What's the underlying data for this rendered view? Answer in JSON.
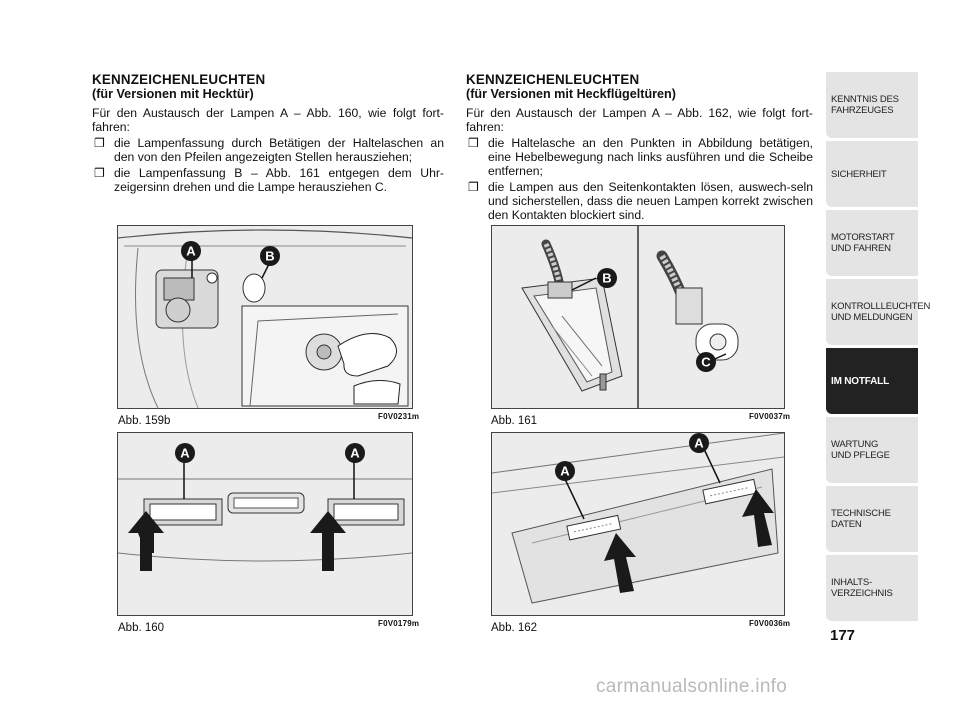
{
  "left": {
    "title": "KENNZEICHENLEUCHTEN",
    "subtitle": "(für Versionen mit Hecktür)",
    "intro": "Für den Austausch der Lampen A – Abb. 160, wie folgt fort-fahren:",
    "items": [
      "die Lampenfassung durch Betätigen der Haltelaschen an den von den Pfeilen angezeigten Stellen herausziehen;",
      "die Lampenfassung B – Abb. 161 entgegen dem Uhr-zeigersinn drehen und die Lampe herausziehen C."
    ]
  },
  "right": {
    "title": "KENNZEICHENLEUCHTEN",
    "subtitle": "(für Versionen mit Heckflügeltüren)",
    "intro": "Für den Austausch der Lampen A – Abb. 162, wie folgt fort-fahren:",
    "items": [
      "die Haltelasche an den Punkten in Abbildung betätigen, eine Hebelbewegung nach links ausführen und die Scheibe entfernen;",
      "die Lampen aus den Seitenkontakten lösen, auswech-seln und sicherstellen, dass die neuen Lampen korrekt zwischen den Kontakten blockiert sind."
    ]
  },
  "bullet_glyph": "❒",
  "figures": {
    "fig159b": {
      "caption": "Abb. 159b",
      "code": "F0V0231m",
      "labels": [
        "A",
        "B"
      ]
    },
    "fig161": {
      "caption": "Abb. 161",
      "code": "F0V0037m",
      "labels": [
        "B",
        "C"
      ]
    },
    "fig160": {
      "caption": "Abb. 160",
      "code": "F0V0179m",
      "labels": [
        "A",
        "A"
      ]
    },
    "fig162": {
      "caption": "Abb. 162",
      "code": "F0V0036m",
      "labels": [
        "A",
        "A"
      ]
    }
  },
  "tabs": [
    {
      "label": "KENNTNIS DES\nFAHRZEUGES",
      "active": false
    },
    {
      "label": "SICHERHEIT",
      "active": false
    },
    {
      "label": "MOTORSTART\nUND FAHREN",
      "active": false
    },
    {
      "label": "KONTROLLLEUCHTEN\nUND MELDUNGEN",
      "active": false
    },
    {
      "label": "IM NOTFALL",
      "active": true
    },
    {
      "label": "WARTUNG\nUND PFLEGE",
      "active": false
    },
    {
      "label": "TECHNISCHE DATEN",
      "active": false
    },
    {
      "label": "INHALTS-\nVERZEICHNIS",
      "active": false
    }
  ],
  "page_number": "177",
  "watermark": "carmanualsonline.info",
  "colors": {
    "tab_bg": "#e4e4e4",
    "tab_active": "#222222",
    "figure_bg": "#ededed"
  }
}
